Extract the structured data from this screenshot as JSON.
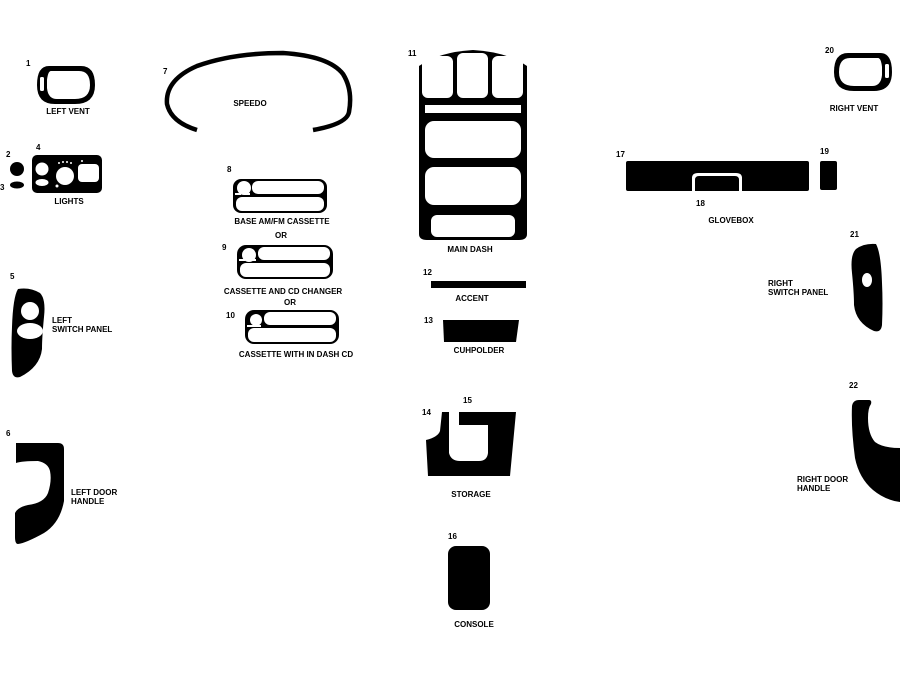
{
  "diagram": {
    "type": "dash-kit-parts-layout",
    "ink_color": "#000000",
    "background_color": "#ffffff",
    "parts": [
      {
        "id": "1",
        "label": "LEFT VENT"
      },
      {
        "id": "2",
        "label": ""
      },
      {
        "id": "3",
        "label": ""
      },
      {
        "id": "4",
        "label": "LIGHTS"
      },
      {
        "id": "5",
        "label": "LEFT\nSWITCH PANEL"
      },
      {
        "id": "6",
        "label": "LEFT DOOR\nHANDLE"
      },
      {
        "id": "7",
        "label": "SPEEDO"
      },
      {
        "id": "8",
        "label": "BASE AM/FM CASSETTE"
      },
      {
        "id": "9",
        "label": "CASSETTE AND CD CHANGER"
      },
      {
        "id": "10",
        "label": "CASSETTE WITH IN DASH CD"
      },
      {
        "id": "11",
        "label": "MAIN DASH"
      },
      {
        "id": "12",
        "label": "ACCENT"
      },
      {
        "id": "13",
        "label": "CUHPOLDER"
      },
      {
        "id": "14",
        "label": ""
      },
      {
        "id": "15",
        "label": ""
      },
      {
        "id": "storage",
        "label": "STORAGE"
      },
      {
        "id": "16",
        "label": "CONSOLE"
      },
      {
        "id": "17",
        "label": ""
      },
      {
        "id": "18",
        "label": ""
      },
      {
        "id": "glovebox",
        "label": "GLOVEBOX"
      },
      {
        "id": "19",
        "label": ""
      },
      {
        "id": "20",
        "label": "RIGHT VENT"
      },
      {
        "id": "21",
        "label": "RIGHT\nSWITCH PANEL"
      },
      {
        "id": "22",
        "label": "RIGHT DOOR\nHANDLE"
      }
    ],
    "or_separators": [
      "OR",
      "OR"
    ]
  }
}
